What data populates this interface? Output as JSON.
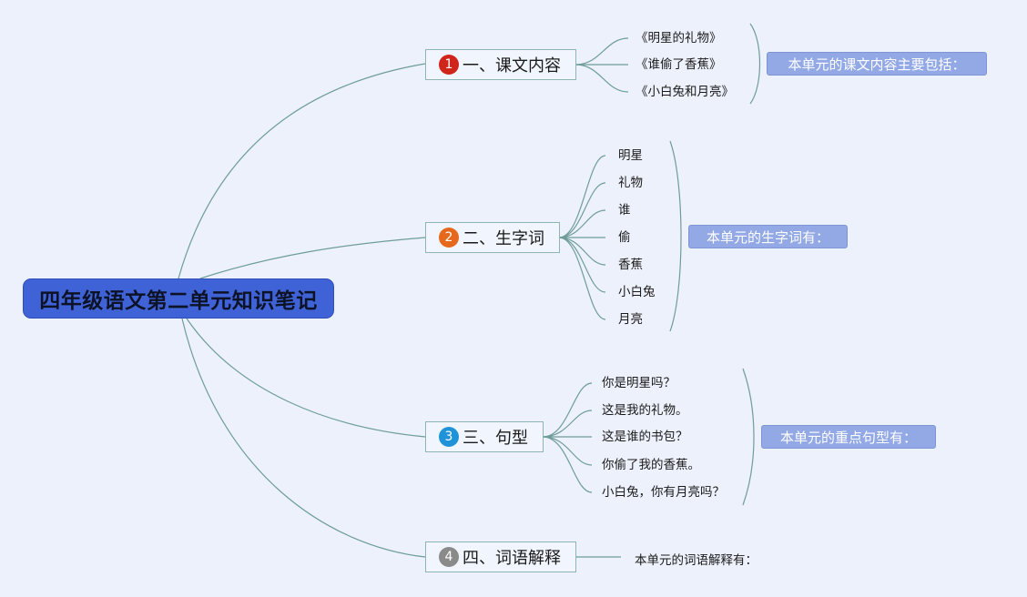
{
  "root": {
    "title": "四年级语文第二单元知识笔记"
  },
  "colors": {
    "root": "#3f63d6",
    "line": "#6e9d99",
    "summary": "#93a9e6"
  },
  "branches": [
    {
      "num": "1",
      "label": "一、课文内容",
      "badge_color": "#d0251a",
      "leaves": [
        "《明星的礼物》",
        "《谁偷了香蕉》",
        "《小白兔和月亮》"
      ],
      "summary": "本单元的课文内容主要包括："
    },
    {
      "num": "2",
      "label": "二、生字词",
      "badge_color": "#e5681d",
      "leaves": [
        "明星",
        "礼物",
        "谁",
        "偷",
        "香蕉",
        "小白兔",
        "月亮"
      ],
      "summary": "本单元的生字词有："
    },
    {
      "num": "3",
      "label": "三、句型",
      "badge_color": "#1e93d8",
      "leaves": [
        "你是明星吗？",
        "这是我的礼物。",
        "这是谁的书包？",
        "你偷了我的香蕉。",
        "小白兔，你有月亮吗？"
      ],
      "summary": "本单元的重点句型有："
    },
    {
      "num": "4",
      "label": "四、词语解释",
      "badge_color": "#8a8a8a",
      "leaves": [],
      "summary": "本单元的词语解释有："
    }
  ]
}
